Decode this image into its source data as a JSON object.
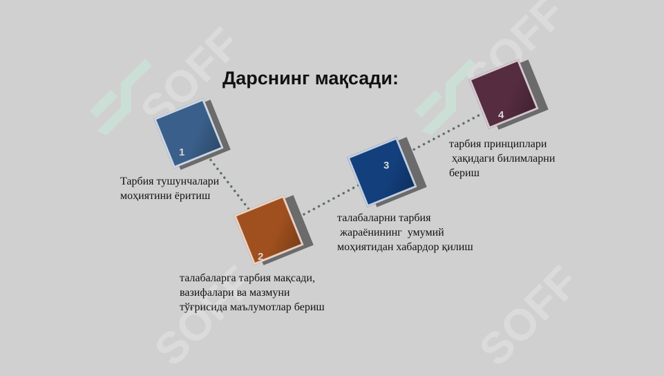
{
  "title": "Дарснинг мақсади:",
  "watermark": {
    "text": "SOFF"
  },
  "steps": [
    {
      "number": "1",
      "color": "#3a5f8a",
      "text": "Тарбия тушунчалари\nмоҳиятини ёритиш"
    },
    {
      "number": "2",
      "color": "#a0501e",
      "text": "талабаларга тарбия мақсади,\nвазифалари ва мазмуни\nтўғрисида маълумотлар бериш"
    },
    {
      "number": "3",
      "color": "#133f7c",
      "text": "талабаларни тарбия\n жараёнининг  умумий\nмоҳиятидан хабардор қилиш"
    },
    {
      "number": "4",
      "color": "#552c40",
      "text": "тарбия принциплари\n ҳақидаги билимларни\nбериш"
    }
  ]
}
